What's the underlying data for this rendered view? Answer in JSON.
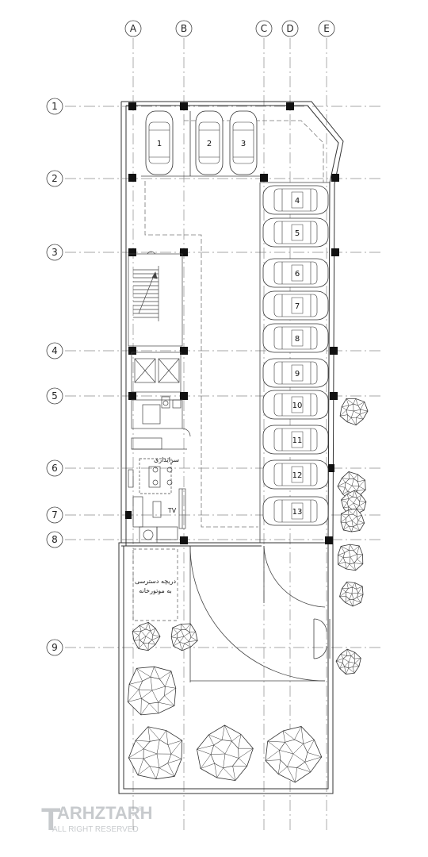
{
  "grid": {
    "columns": [
      "A",
      "B",
      "C",
      "D",
      "E"
    ],
    "rows": [
      "1",
      "2",
      "3",
      "4",
      "5",
      "6",
      "7",
      "8",
      "9"
    ]
  },
  "parking": {
    "spaces": [
      "1",
      "2",
      "3",
      "4",
      "5",
      "6",
      "7",
      "8",
      "9",
      "10",
      "11",
      "12",
      "13"
    ]
  },
  "rooms": {
    "lobby_label": "سرایداری",
    "tv_label": "TV",
    "hatch_line1": "دریچه دسترسی",
    "hatch_line2": "به موتورخانه"
  },
  "watermark": {
    "brand": "ARHZTARH",
    "rights": "ALL RIGHT RESERVED",
    "mark": "T",
    "reg": "®"
  }
}
